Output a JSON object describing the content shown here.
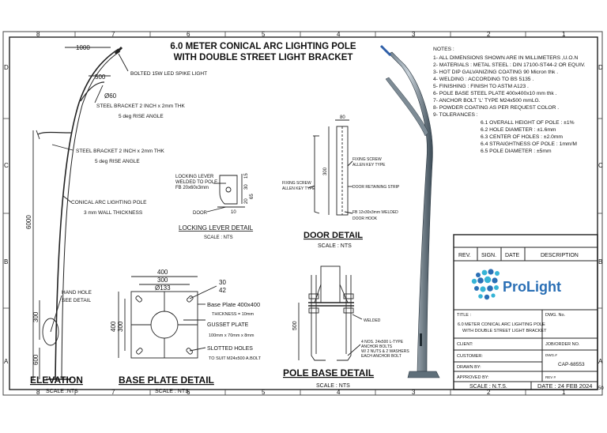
{
  "sheet": {
    "top_zones": [
      "8",
      "7",
      "6",
      "5",
      "4",
      "3",
      "2",
      "1"
    ],
    "side_zones": [
      "D",
      "C",
      "B",
      "A"
    ],
    "right_edge_mark": "50"
  },
  "title": {
    "line1": "6.0 METER CONICAL ARC LIGHTING POLE",
    "line2": "WITH DOUBLE STREET LIGHT BRACKET"
  },
  "notes": {
    "heading": "NOTES :",
    "items": [
      "1- ALL DIMENSIONS SHOWN ARE IN MILLIMETERS ,U.O.N",
      "2- MATERIALS : METAL STEEL : DIN 17100-ST44-2 OR EQUIV.",
      "3- HOT DIP GALVANIZING COATING 90 Micron thk .",
      "4- WELDING : ACCORDING TO BS 5135 .",
      "5- FINISHING : FINISH TO ASTM A123 .",
      "6- POLE BASE STEEL PLATE 400x400x10 mm thk .",
      "7- ANCHOR BOLT 'L' TYPE M24x500 mmLG.",
      "8- POWDER COATING AS PER REQUEST COLOR .",
      "9- TOLERANCES :"
    ],
    "tolerances": [
      "6.1 OVERALL HEIGHT OF POLE : ±1%",
      "6.2 HOLE DIAMETER : ±1.6mm",
      "6.3 CENTER OF HOLES : ±2.0mm",
      "6.4 STRAIGHTNESS OF POLE : 1mm/M",
      "6.5 POLE DIAMETER : ±5mm"
    ]
  },
  "elevation": {
    "title": "ELEVATION",
    "scale": "SCALE :NTS",
    "dim_top": "1000",
    "dim_arm": "500",
    "dim_dia": "Ø60",
    "dim_height": "6000",
    "dim_300": "300",
    "dim_600": "600",
    "label_light": "BOLTED 15W LED SPIKE LIGHT",
    "label_bracket1": "STEEL BRACKET 2 INCH x 2mm THK",
    "label_rise1": "5 deg RISE ANGLE",
    "label_bracket2": "STEEL BRACKET 2 INCH x 2mm THK",
    "label_rise2": "5 deg RISE ANGLE",
    "label_pole": "CONICAL ARC LIGHTING POLE",
    "label_wall": "3 mm WALL THICKNESS",
    "label_hand1": "HAND HOLE",
    "label_hand2": "SEE DETAIL"
  },
  "locking": {
    "title": "LOCKING LEVER DETAIL",
    "scale": "SCALE : NTS",
    "label1": "LOCKING LEVER",
    "label2": "WELDED TO POLE",
    "label3": "FB 20x60x3mm",
    "label_door": "DOOR",
    "dim_10": "10",
    "dim_20": "20",
    "dim_30": "30",
    "dim_15": "15",
    "dim_65": "65"
  },
  "door": {
    "title": "DOOR DETAIL",
    "scale": "SCALE : NTS",
    "dim_80": "80",
    "dim_300": "300",
    "label_screw1a": "FIXING SCREW",
    "label_screw1b": "ALLEN KEY TYPE",
    "label_screw2a": "FIXING SCREW",
    "label_screw2b": "ALLEN KEY TYPE",
    "label_strip": "DOOR RETAINING STRIP",
    "label_fb": "FB 12x30x3mm WELDED",
    "label_hook": "DOOR HOOK"
  },
  "base_plate": {
    "title": "BASE PLATE DETAIL",
    "scale": "SCALE : NTS",
    "dim_400_top": "400",
    "dim_300_top": "300",
    "dim_dia": "Ø133",
    "dim_30": "30",
    "dim_42": "42",
    "dim_400_side": "400",
    "dim_300_side": "300",
    "label_plate": "Base Plate 400x400",
    "label_thk": "THICKNESS = 10mm",
    "label_gusset": "GUSSET PLATE",
    "label_gusset_size": "100mm x 70mm x 8mm",
    "label_slotted": "SLOTTED HOLES",
    "label_slot": "TO SUIT M24x500 A.BOLT"
  },
  "pole_base": {
    "title": "POLE BASE DETAIL",
    "scale": "SCALE : NTS",
    "dim_500": "500",
    "label_welded": "WELDED",
    "label_anchor1": "4 NOS. 24x500 L-TYPE",
    "label_anchor2": "ANCHOR BOLTS",
    "label_anchor3": "W/ 2 NUTS & 2 WASHERS",
    "label_anchor4": "EACH ANCHOR BOLT"
  },
  "title_block": {
    "rev_headers": [
      "REV.",
      "SIGN.",
      "DATE",
      "DESCRIPTION"
    ],
    "logo_text": "ProLight",
    "title_label": "TITLE :",
    "title_text1": "6.0 METER CONICAL ARC LIGHTING POLE",
    "title_text2": "WITH DOUBLE STREET LIGHT BRACKET",
    "dwg_no_label": "DWG. No.",
    "client_label": "CLIENT:",
    "job_label": "JOB/ORDER NO.",
    "customer_label": "CUSTOMER:",
    "drawn_label": "DRAWN BY:",
    "approved_label": "APPROVED BY:",
    "dwg_label2": "DWG.#",
    "dwg_number": "CAP-68553",
    "rev_label": "REV #",
    "scale": "SCALE : N.T.S.",
    "date": "DATE : 24 FEB 2024"
  },
  "colors": {
    "line": "#222222",
    "pole_dark": "#3b4a55",
    "pole_light": "#9aa8b3",
    "pole_cap": "#2f5fa8",
    "logo_blue": "#2a6fb5",
    "logo_cyan": "#36b4d6"
  }
}
